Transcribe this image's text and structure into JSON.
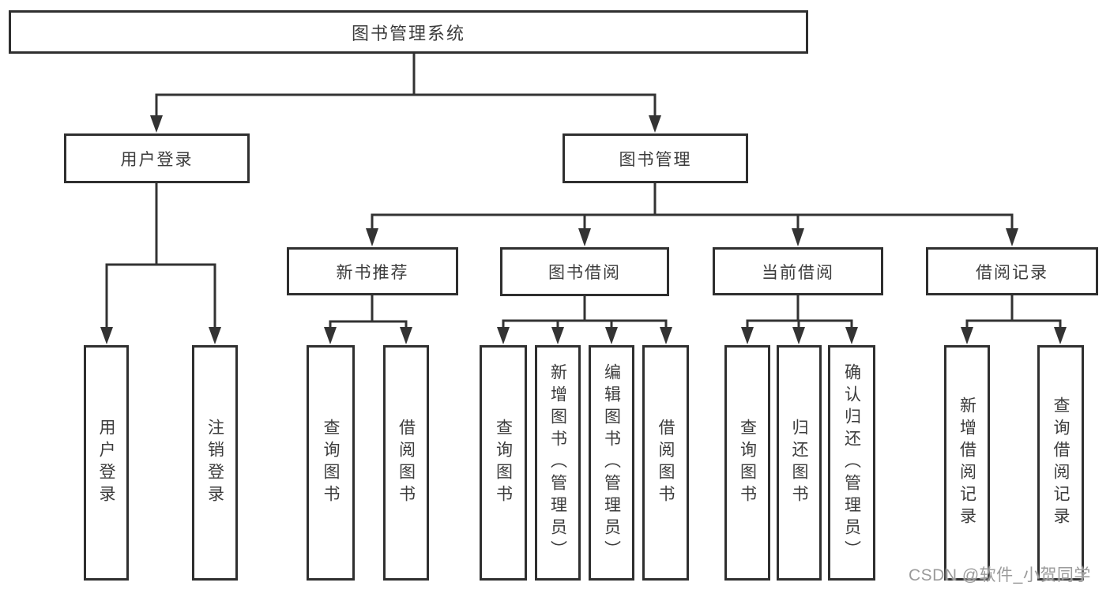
{
  "diagram": {
    "tree": {
      "label": "图书管理系统",
      "children": [
        {
          "label": "用户登录",
          "children": [
            {
              "label": "用户登录"
            },
            {
              "label": "注销登录"
            }
          ]
        },
        {
          "label": "图书管理",
          "children": [
            {
              "label": "新书推荐",
              "children": [
                {
                  "label": "查询图书"
                },
                {
                  "label": "借阅图书"
                }
              ]
            },
            {
              "label": "图书借阅",
              "children": [
                {
                  "label": "查询图书"
                },
                {
                  "label": "新增图书（管理员）"
                },
                {
                  "label": "编辑图书（管理员）"
                },
                {
                  "label": "借阅图书"
                }
              ]
            },
            {
              "label": "当前借阅",
              "children": [
                {
                  "label": "查询图书"
                },
                {
                  "label": "归还图书"
                },
                {
                  "label": "确认归还（管理员）"
                }
              ]
            },
            {
              "label": "借阅记录",
              "children": [
                {
                  "label": "新增借阅记录"
                },
                {
                  "label": "查询借阅记录"
                }
              ]
            }
          ]
        }
      ]
    },
    "colors": {
      "line": "#333333",
      "box_border": "#2f2f2f",
      "box_fill": "#ffffff",
      "text": "#3c3c3c",
      "watermark": "#9b9b9b",
      "background": "#ffffff"
    }
  },
  "watermark": {
    "text": "CSDN @软件_小贺同学"
  }
}
